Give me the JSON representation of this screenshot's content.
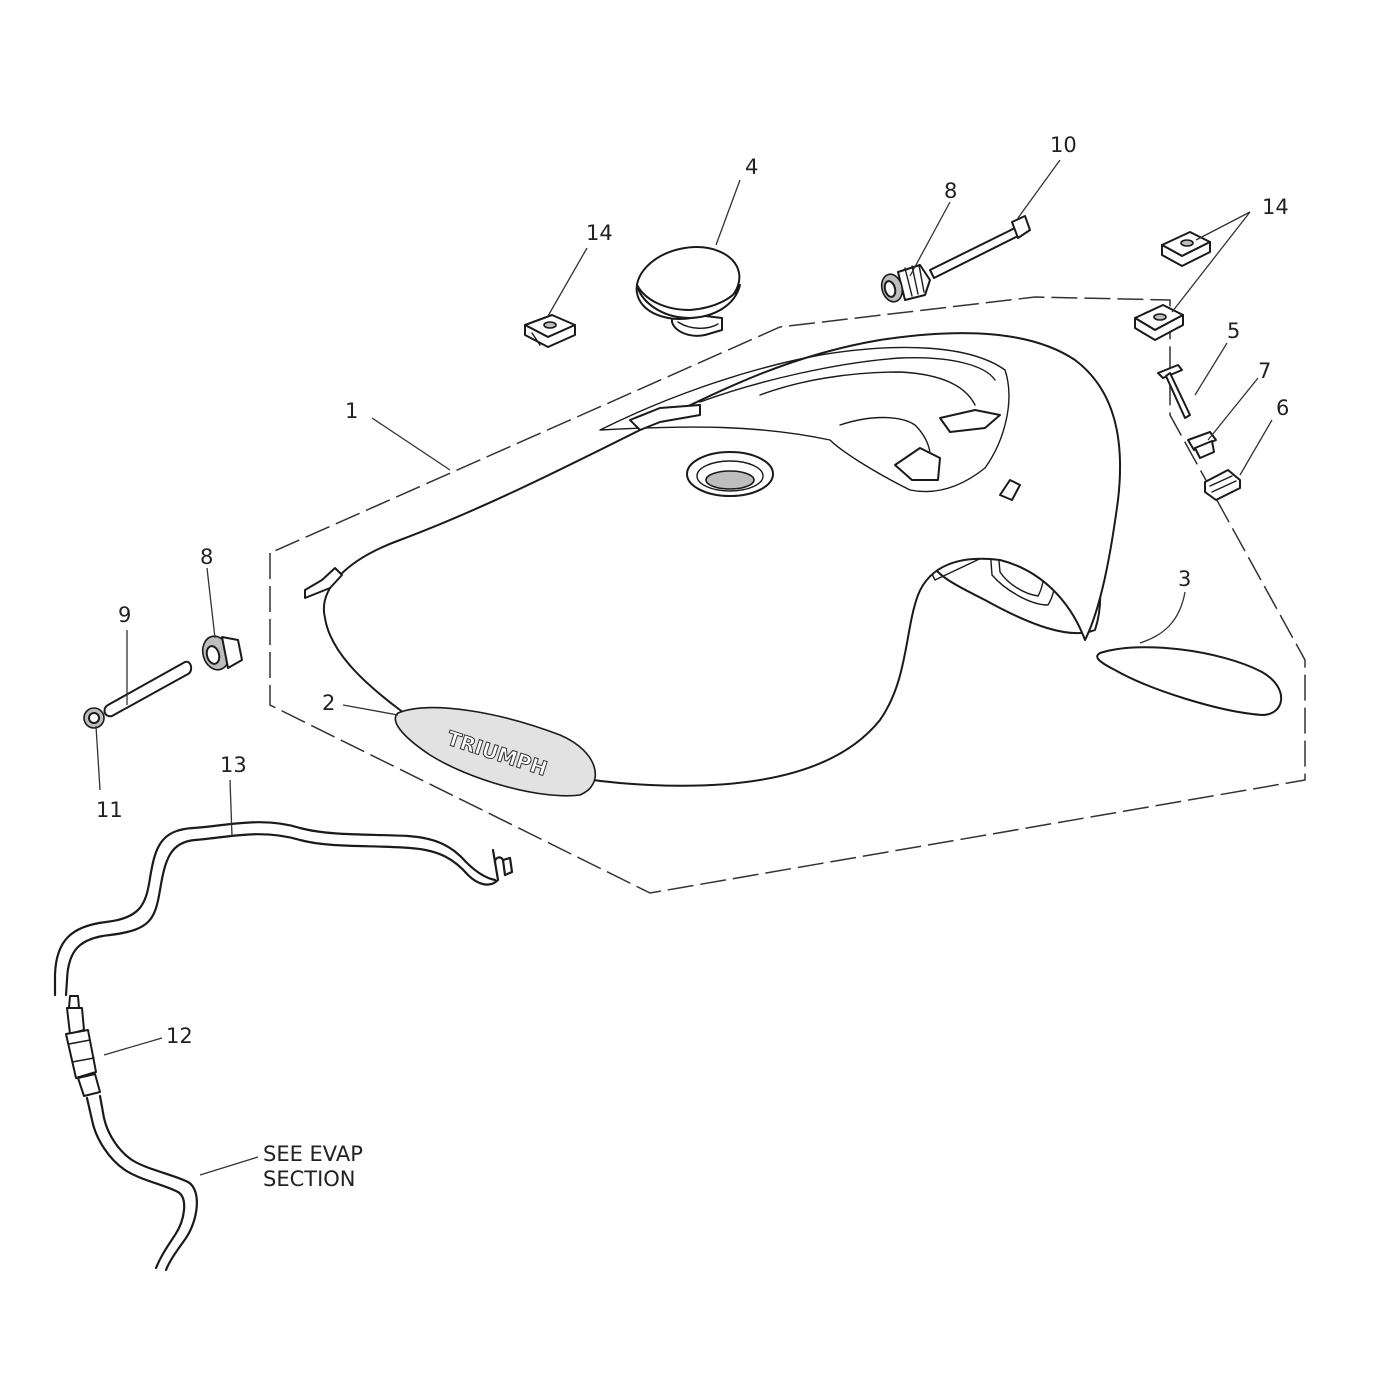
{
  "diagram": {
    "brand_badge": "TRIUMPH",
    "note": {
      "line1": "SEE EVAP",
      "line2": "SECTION"
    },
    "callouts": [
      {
        "id": "c1",
        "label": "1"
      },
      {
        "id": "c2",
        "label": "2"
      },
      {
        "id": "c3",
        "label": "3"
      },
      {
        "id": "c4",
        "label": "4"
      },
      {
        "id": "c5",
        "label": "5"
      },
      {
        "id": "c6",
        "label": "6"
      },
      {
        "id": "c7",
        "label": "7"
      },
      {
        "id": "c8a",
        "label": "8"
      },
      {
        "id": "c8b",
        "label": "8"
      },
      {
        "id": "c9",
        "label": "9"
      },
      {
        "id": "c10",
        "label": "10"
      },
      {
        "id": "c11",
        "label": "11"
      },
      {
        "id": "c12",
        "label": "12"
      },
      {
        "id": "c13",
        "label": "13"
      },
      {
        "id": "c14a",
        "label": "14"
      },
      {
        "id": "c14b",
        "label": "14"
      }
    ]
  }
}
